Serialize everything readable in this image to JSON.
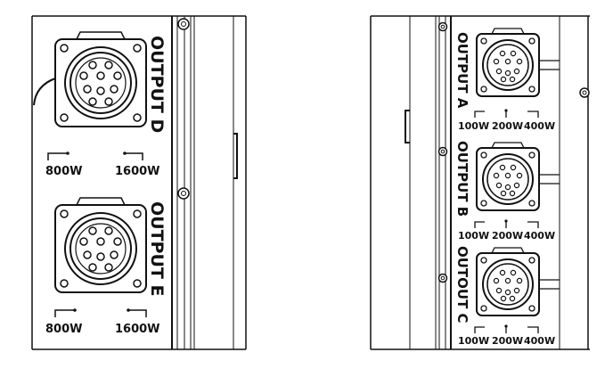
{
  "left_panel": {
    "outputs": [
      {
        "label": "OUTPUT D",
        "power_options": [
          "800W",
          "1600W"
        ]
      },
      {
        "label": "OUTPUT E",
        "power_options": [
          "800W",
          "1600W"
        ]
      }
    ]
  },
  "right_panel": {
    "outputs": [
      {
        "label": "OUTPUT A",
        "power_options": [
          "100W",
          "200W",
          "400W"
        ]
      },
      {
        "label": "OUTPUT B",
        "power_options": [
          "100W",
          "200W",
          "400W"
        ]
      },
      {
        "label": "OUTOUT C",
        "power_options": [
          "100W",
          "200W",
          "400W"
        ]
      }
    ]
  },
  "colors": {
    "line": "#111111",
    "background": "#ffffff"
  },
  "icons": {
    "connector": "round-multipin-connector-icon",
    "screw": "screw-icon",
    "switch_mark": "switch-position-icon"
  }
}
